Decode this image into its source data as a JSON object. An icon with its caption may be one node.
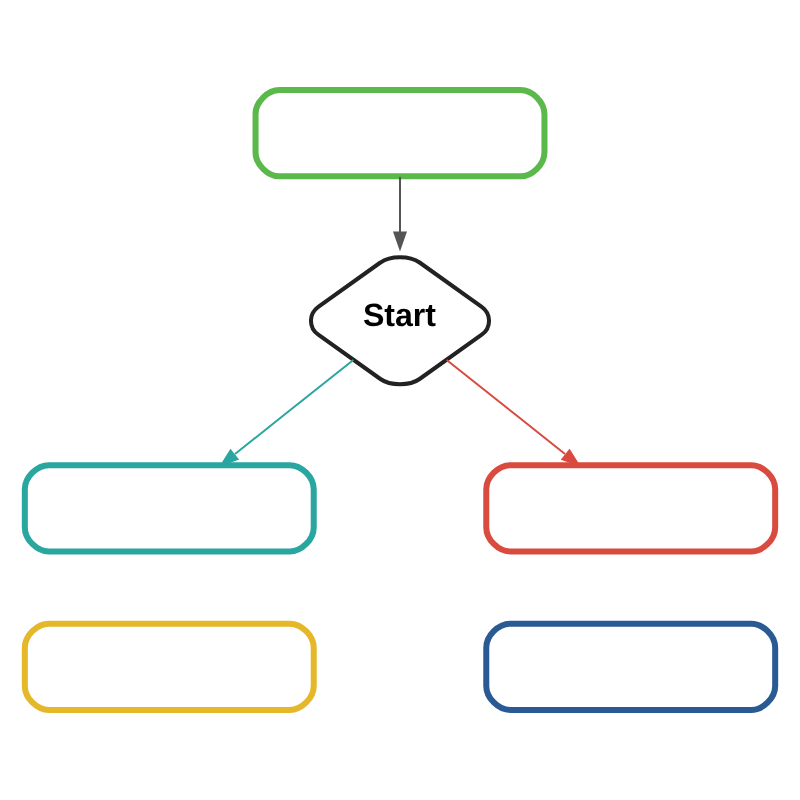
{
  "diagram": {
    "nodes": [
      {
        "text": [],
        "shape": "box"
      },
      {
        "text": [
          "Start"
        ]
      },
      {
        "text": [],
        "shape": "box"
      },
      {
        "text": [],
        "shape": "box"
      },
      {
        "text": [],
        "shape": "box"
      },
      {
        "text": [],
        "shape": "box"
      }
    ],
    "edges": [
      {
        "from": 0,
        "to": 1,
        "arrow": "to"
      },
      {
        "from": 1,
        "to": 2,
        "arrow": "to",
        "color": "#2aa6a0"
      },
      {
        "from": 1,
        "to": 3,
        "arrow": "to",
        "color": "#d94b3f"
      }
    ]
  }
}
